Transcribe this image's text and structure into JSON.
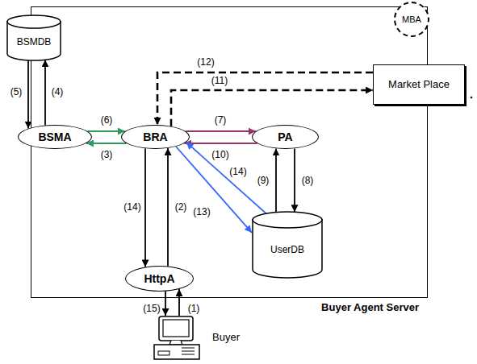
{
  "diagram": {
    "nodes": [
      {
        "text": [
          "Buyer Agent Server"
        ]
      },
      {
        "text": [
          "BSMDB"
        ],
        "in": 0
      },
      {
        "text": [
          "MBA"
        ],
        "in": 0
      },
      {
        "text": [
          "BSMA"
        ],
        "in": 0
      },
      {
        "text": [
          "BRA"
        ],
        "in": 0
      },
      {
        "text": [
          "PA"
        ],
        "in": 0
      },
      {
        "text": [
          "Market Place"
        ]
      },
      {
        "text": [
          "HttpA"
        ],
        "in": 0
      },
      {
        "text": [
          "UserDB"
        ],
        "in": 0
      },
      {
        "text": [
          "Buyer"
        ]
      }
    ],
    "edges": [
      {
        "from": 1,
        "to": 3,
        "label": "(5)",
        "arrow": "to"
      },
      {
        "from": 3,
        "to": 1,
        "label": "(4)",
        "arrow": "to"
      },
      {
        "from": 3,
        "to": 4,
        "label": "(6)",
        "arrow": "to"
      },
      {
        "from": 4,
        "to": 3,
        "label": "(3)",
        "arrow": "to"
      },
      {
        "from": 4,
        "to": 5,
        "label": "(7)",
        "arrow": "to"
      },
      {
        "from": 5,
        "to": 4,
        "label": "(10)",
        "arrow": "to"
      },
      {
        "from": 4,
        "to": 7,
        "label": "(14)",
        "arrow": "to"
      },
      {
        "from": 7,
        "to": 4,
        "label": "(2)",
        "arrow": "to"
      },
      {
        "from": 4,
        "to": 8,
        "label": "(13)",
        "arrow": "to"
      },
      {
        "from": 8,
        "to": 4,
        "label": "(14)",
        "arrow": "to"
      },
      {
        "from": 8,
        "to": 5,
        "label": "(9)",
        "arrow": "to"
      },
      {
        "from": 5,
        "to": 8,
        "label": "(8)",
        "arrow": "to"
      },
      {
        "from": 7,
        "to": 9,
        "label": "(15)",
        "arrow": "to"
      },
      {
        "from": 9,
        "to": 7,
        "label": "(1)",
        "arrow": "to"
      },
      {
        "from": 4,
        "to": 6,
        "label": "(11)",
        "arrow": "to"
      },
      {
        "from": 6,
        "to": 4,
        "label": "(12)",
        "arrow": "to"
      }
    ]
  }
}
